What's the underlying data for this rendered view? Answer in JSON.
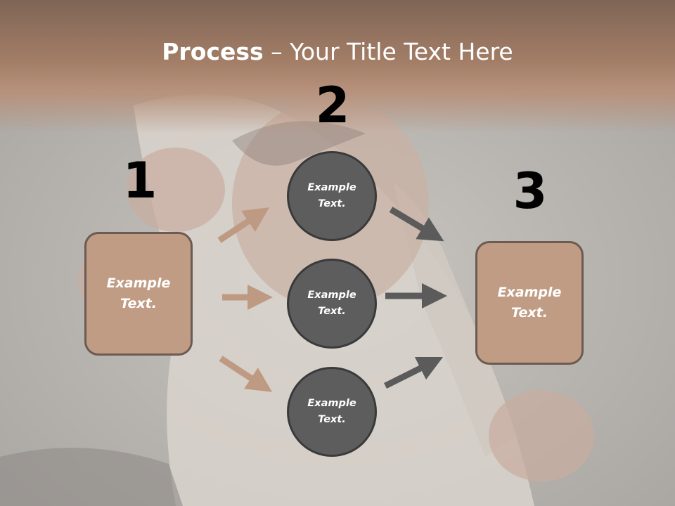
{
  "title": {
    "bold": "Process",
    "separator": " – ",
    "rest": "Your Title Text Here"
  },
  "numbers": [
    "1",
    "2",
    "3"
  ],
  "left_box": {
    "text": "Example Text."
  },
  "circles": [
    {
      "text": "Example Text."
    },
    {
      "text": "Example Text."
    },
    {
      "text": "Example Text."
    }
  ],
  "right_box": {
    "text": "Example Text."
  },
  "colors": {
    "header": "#a27d66",
    "box_fill": "#c09c84",
    "box_border": "#6c5b53",
    "circle_fill": "#5d5d5d",
    "circle_border": "#3a3a3a",
    "arrow_light": "#bf9a82",
    "arrow_dark": "#5b5b5b"
  },
  "background": "photo-woman-tearing-shirt"
}
